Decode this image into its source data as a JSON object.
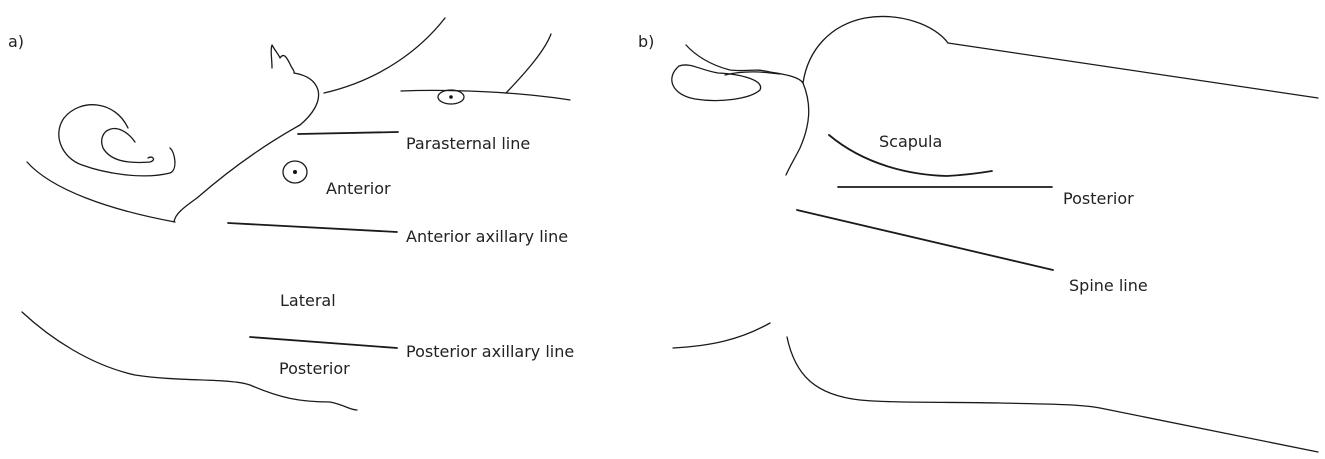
{
  "panel_a": {
    "panel_label": "a)",
    "labels": {
      "parasternal_line": "Parasternal line",
      "anterior": "Anterior",
      "anterior_axillary_line": "Anterior axillary line",
      "lateral": "Lateral",
      "posterior_axillary_line": "Posterior axillary line",
      "posterior": "Posterior"
    }
  },
  "panel_b": {
    "panel_label": "b)",
    "labels": {
      "scapula": "Scapula",
      "posterior": "Posterior",
      "spine_line": "Spine line"
    }
  }
}
